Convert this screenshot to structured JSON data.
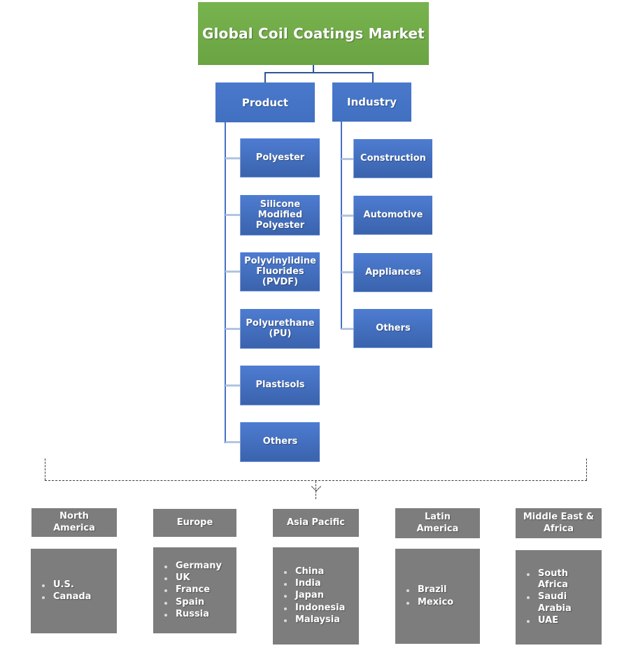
{
  "root": {
    "label": "Global Coil Coatings Market"
  },
  "branches": {
    "product": {
      "label": "Product",
      "children": [
        "Polyester",
        "Silicone Modified Polyester",
        "Polyvinylidine Fluorides (PVDF)",
        "Polyurethane (PU)",
        "Plastisols",
        "Others"
      ]
    },
    "industry": {
      "label": "Industry",
      "children": [
        "Construction",
        "Automotive",
        "Appliances",
        "Others"
      ]
    }
  },
  "regions": [
    {
      "label": "North America",
      "items": [
        "U.S.",
        "Canada"
      ]
    },
    {
      "label": "Europe",
      "items": [
        "Germany",
        "UK",
        "France",
        "Spain",
        "Russia"
      ]
    },
    {
      "label": "Asia Pacific",
      "items": [
        "China",
        "India",
        "Japan",
        "Indonesia",
        "Malaysia"
      ]
    },
    {
      "label": "Latin America",
      "items": [
        "Brazil",
        "Mexico"
      ]
    },
    {
      "label": "Middle East & Africa",
      "items": [
        "South Africa",
        "Saudi Arabia",
        "UAE"
      ]
    }
  ],
  "colors": {
    "root_green": "#70AD47",
    "node_blue": "#4472C4",
    "node_blue_dark": "#3A63AD",
    "connector_dark": "#2E5597",
    "connector_trunk": "#4472C4",
    "connector_stub": "#B3C4E2",
    "region_gray": "#7D7D7D",
    "dashed_line": "#3F3F3F",
    "text_white": "#FFFFFF"
  }
}
